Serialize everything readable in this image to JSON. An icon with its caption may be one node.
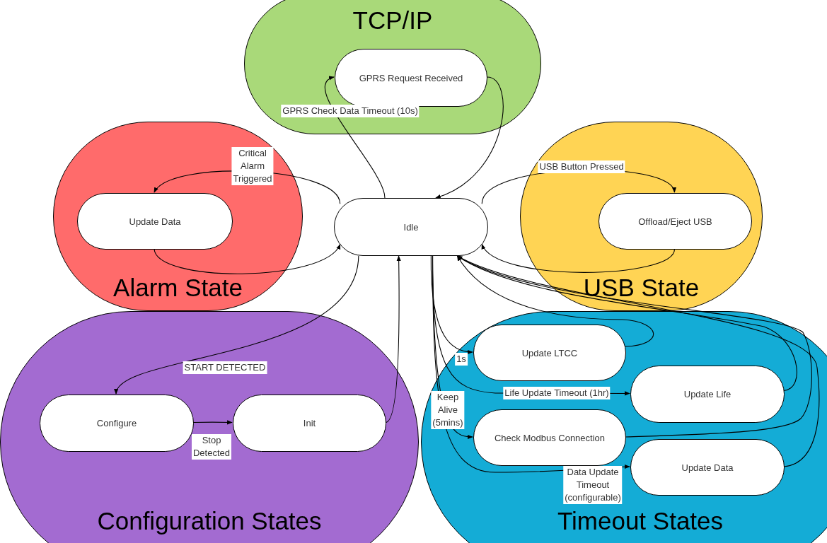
{
  "diagram": {
    "nodes": [
      {
        "text": [
          "TCP/IP"
        ]
      },
      {
        "text": [
          "GPRS Request Received"
        ],
        "in": 0
      },
      {
        "text": [
          "Alarm State"
        ]
      },
      {
        "text": [
          "Update Data"
        ],
        "in": 2
      },
      {
        "text": [
          "Idle"
        ]
      },
      {
        "text": [
          "USB State"
        ]
      },
      {
        "text": [
          "Offload/Eject USB"
        ],
        "in": 5
      },
      {
        "text": [
          "Configuration States"
        ]
      },
      {
        "text": [
          "Configure"
        ],
        "in": 7
      },
      {
        "text": [
          "Init"
        ],
        "in": 7
      },
      {
        "text": [
          "Timeout States"
        ]
      },
      {
        "text": [
          "Update LTCC"
        ],
        "in": 10
      },
      {
        "text": [
          "Update Life"
        ],
        "in": 10
      },
      {
        "text": [
          "Check Modbus Connection"
        ],
        "in": 10
      },
      {
        "text": [
          "Update Data"
        ],
        "in": 10
      }
    ],
    "edges": [
      {
        "from": 4,
        "to": 1,
        "arrow": "to",
        "label": "GPRS Check Data Timeout (10s)"
      },
      {
        "from": 1,
        "to": 4,
        "arrow": "to"
      },
      {
        "from": 4,
        "to": 3,
        "arrow": "to",
        "label": "Critical Alarm Triggered"
      },
      {
        "from": 3,
        "to": 4,
        "arrow": "to"
      },
      {
        "from": 4,
        "to": 6,
        "arrow": "to",
        "label": "USB Button Pressed"
      },
      {
        "from": 6,
        "to": 4,
        "arrow": "to"
      },
      {
        "from": 4,
        "to": 8,
        "arrow": "to",
        "label": "START DETECTED"
      },
      {
        "from": 8,
        "to": 9,
        "arrow": "to",
        "label": "Stop Detected"
      },
      {
        "from": 9,
        "to": 4,
        "arrow": "to"
      },
      {
        "from": 4,
        "to": 11,
        "arrow": "to",
        "label": "1s"
      },
      {
        "from": 11,
        "to": 4,
        "arrow": "to"
      },
      {
        "from": 4,
        "to": 12,
        "arrow": "to",
        "label": "Life Update Timeout (1hr)"
      },
      {
        "from": 12,
        "to": 4,
        "arrow": "to"
      },
      {
        "from": 4,
        "to": 13,
        "arrow": "to",
        "label": "Keep Alive (5mins)"
      },
      {
        "from": 13,
        "to": 4,
        "arrow": "to"
      },
      {
        "from": 4,
        "to": 14,
        "arrow": "to",
        "label": "Data Update Timeout (configurable)"
      },
      {
        "from": 14,
        "to": 4,
        "arrow": "to"
      }
    ]
  }
}
